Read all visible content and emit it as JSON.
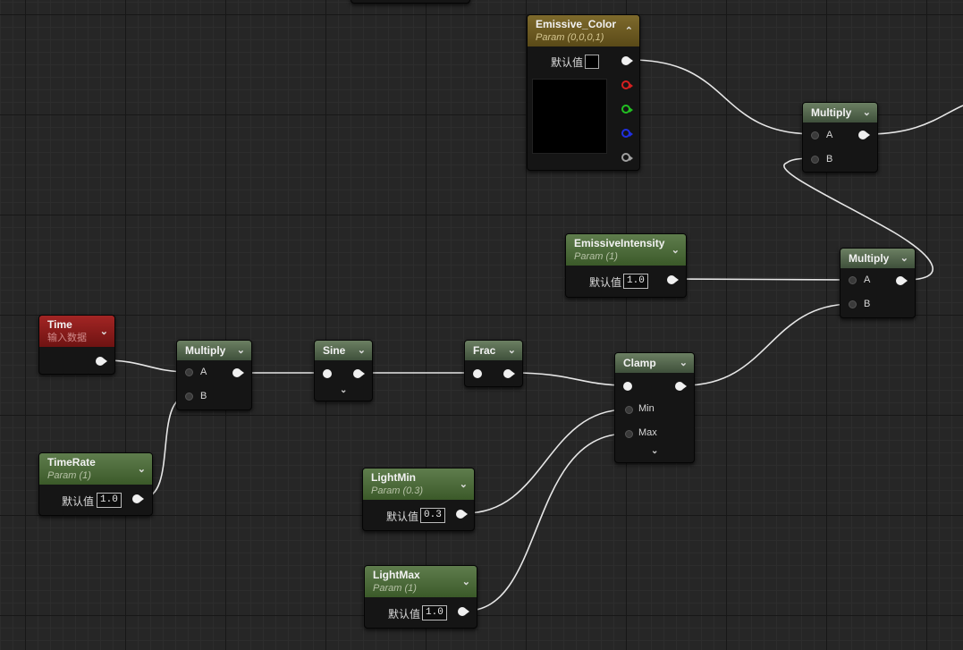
{
  "emissive_color": {
    "title": "Emissive_Color",
    "subtitle": "Param (0,0,0,1)",
    "default_label": "默认值",
    "swatch_color": "#000000"
  },
  "multiply_top": {
    "title": "Multiply",
    "pin_a": "A",
    "pin_b": "B"
  },
  "emissive_intensity": {
    "title": "EmissiveIntensity",
    "subtitle": "Param (1)",
    "default_label": "默认值",
    "value": "1.0"
  },
  "multiply_right": {
    "title": "Multiply",
    "pin_a": "A",
    "pin_b": "B"
  },
  "time": {
    "title": "Time",
    "subtitle": "输入数据"
  },
  "multiply_time": {
    "title": "Multiply",
    "pin_a": "A",
    "pin_b": "B"
  },
  "sine": {
    "title": "Sine"
  },
  "frac": {
    "title": "Frac"
  },
  "clamp": {
    "title": "Clamp",
    "pin_min": "Min",
    "pin_max": "Max"
  },
  "time_rate": {
    "title": "TimeRate",
    "subtitle": "Param (1)",
    "default_label": "默认值",
    "value": "1.0"
  },
  "light_min": {
    "title": "LightMin",
    "subtitle": "Param (0.3)",
    "default_label": "默认值",
    "value": "0.3"
  },
  "light_max": {
    "title": "LightMax",
    "subtitle": "Param (1)",
    "default_label": "默认值",
    "value": "1.0"
  },
  "colors": {
    "red_pin": "#d62020",
    "green_pin": "#22c022",
    "blue_pin": "#2030e0",
    "alpha_pin": "#a0a0a0",
    "wire": "#e8e8e8"
  }
}
